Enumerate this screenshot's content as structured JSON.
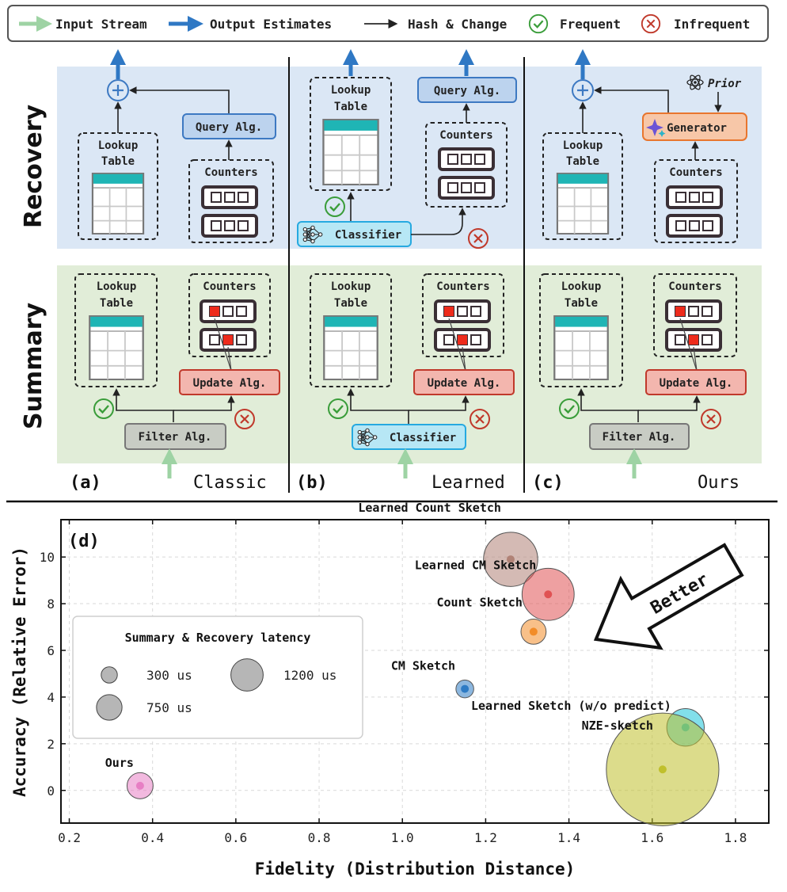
{
  "legend": {
    "input_stream": "Input Stream",
    "output_estimates": "Output Estimates",
    "hash_change": "Hash & Change",
    "frequent": "Frequent",
    "infrequent": "Infrequent"
  },
  "rows": {
    "recovery": "Recovery",
    "summary": "Summary"
  },
  "panels": {
    "a": {
      "tag": "(a)",
      "name": "Classic"
    },
    "b": {
      "tag": "(b)",
      "name": "Learned"
    },
    "c": {
      "tag": "(c)",
      "name": "Ours"
    }
  },
  "labels": {
    "lookup": "Lookup",
    "table": "Table",
    "counters": "Counters",
    "query_alg": "Query Alg.",
    "update_alg": "Update Alg.",
    "filter_alg": "Filter Alg.",
    "classifier": "Classifier",
    "generator": "Generator",
    "prior": "Prior"
  },
  "colors": {
    "recovery_bg": "#dbe7f5",
    "summary_bg": "#e1edd8",
    "query_fill": "#bcd3ee",
    "query_stroke": "#3d79c2",
    "update_fill": "#f3b6ae",
    "update_stroke": "#c0392b",
    "filter_fill": "#c8ccc4",
    "classifier_fill": "#b7e7f5",
    "classifier_stroke": "#26a9e0",
    "generator_fill": "#f7c7a8",
    "generator_stroke": "#e8762e",
    "table_header": "#1fb5b5",
    "output_arrow": "#2f78c4",
    "input_arrow": "#9ed3a4"
  },
  "chart_data": {
    "type": "scatter",
    "panel_tag": "(d)",
    "xlabel": "Fidelity (Distribution Distance)",
    "ylabel": "Accuracy (Relative Error)",
    "xlim": [
      0.18,
      1.88
    ],
    "ylim": [
      -1.4,
      11.6
    ],
    "xticks": [
      0.2,
      0.4,
      0.6,
      0.8,
      1.0,
      1.2,
      1.4,
      1.6,
      1.8
    ],
    "xtick_labels": [
      "0.2",
      "0.4",
      "0.6",
      "0.8",
      "1.0",
      "1.2",
      "1.4",
      "1.6",
      "1.8"
    ],
    "yticks": [
      0,
      2,
      4,
      6,
      8,
      10
    ],
    "ytick_labels": [
      "0",
      "2",
      "4",
      "6",
      "8",
      "10"
    ],
    "grid": true,
    "size_legend": {
      "title": "Summary & Recovery latency",
      "items": [
        {
          "label": "300 us",
          "latency": 300
        },
        {
          "label": "750 us",
          "latency": 750
        },
        {
          "label": "1200 us",
          "latency": 1200
        }
      ]
    },
    "annotation": "Better",
    "points": [
      {
        "name": "Learned Count Sketch",
        "x": 1.26,
        "y": 9.9,
        "latency": 1300,
        "color": "#b08276"
      },
      {
        "name": "Learned CM Sketch",
        "x": 1.35,
        "y": 8.4,
        "latency": 1200,
        "color": "#e05253"
      },
      {
        "name": "Count Sketch",
        "x": 1.315,
        "y": 6.8,
        "latency": 280,
        "color": "#f28c28"
      },
      {
        "name": "CM Sketch",
        "x": 1.15,
        "y": 4.35,
        "latency": 140,
        "color": "#2e7bc4"
      },
      {
        "name": "Learned Sketch (w/o predict)",
        "x": 1.68,
        "y": 2.7,
        "latency": 620,
        "color": "#1cc4d8"
      },
      {
        "name": "NZE-sketch",
        "x": 1.625,
        "y": 0.9,
        "latency": 5600,
        "color": "#c0c02c"
      },
      {
        "name": "Ours",
        "x": 0.37,
        "y": 0.2,
        "latency": 300,
        "color": "#e77fc4"
      }
    ]
  }
}
